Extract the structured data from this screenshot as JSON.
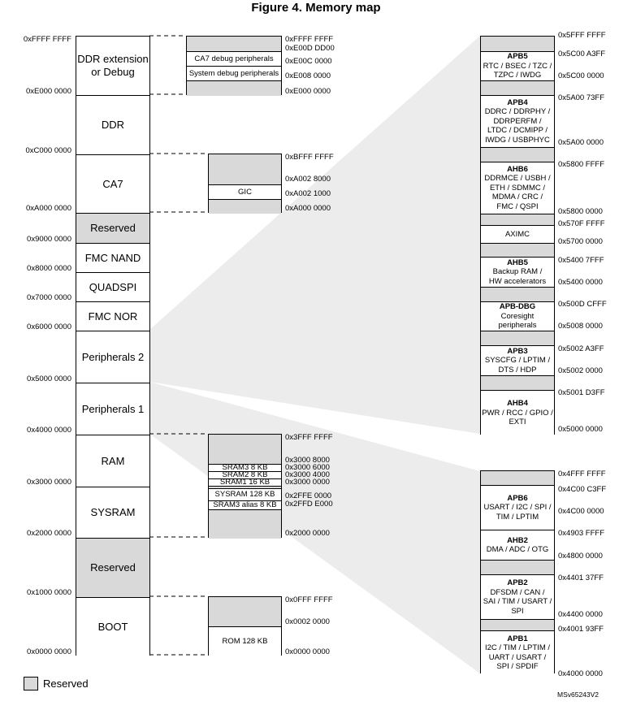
{
  "title": "Figure 4. Memory map",
  "main_blocks": [
    {
      "label": "DDR extension\nor Debug",
      "reserved": false
    },
    {
      "label": "DDR",
      "reserved": false
    },
    {
      "label": "CA7",
      "reserved": false
    },
    {
      "label": "Reserved",
      "reserved": true
    },
    {
      "label": "FMC NAND",
      "reserved": false
    },
    {
      "label": "QUADSPI",
      "reserved": false
    },
    {
      "label": "FMC NOR",
      "reserved": false
    },
    {
      "label": "Peripherals 2",
      "reserved": false
    },
    {
      "label": "Peripherals 1",
      "reserved": false
    },
    {
      "label": "RAM",
      "reserved": false
    },
    {
      "label": "SYSRAM",
      "reserved": false
    },
    {
      "label": "Reserved",
      "reserved": true
    },
    {
      "label": "BOOT",
      "reserved": false
    }
  ],
  "main_addresses": [
    "0xFFFF FFFF",
    "0xE000 0000",
    "0xC000 0000",
    "0xA000 0000",
    "0x9000 0000",
    "0x8000 0000",
    "0x7000 0000",
    "0x6000 0000",
    "0x5000 0000",
    "0x4000 0000",
    "0x3000 0000",
    "0x2000 0000",
    "0x1000 0000",
    "0x0000 0000"
  ],
  "debug_block": {
    "items": [
      "CA7 debug peripherals",
      "System debug peripherals"
    ],
    "addresses": [
      "0xFFFF FFFF",
      "0xE00D DD00",
      "0xE00C 0000",
      "0xE008 0000",
      "0xE000 0000"
    ]
  },
  "ca7_block": {
    "items": [
      "GIC"
    ],
    "addresses": [
      "0xBFFF FFFF",
      "0xA002 8000",
      "0xA002 1000",
      "0xA000 0000"
    ]
  },
  "ram_block": {
    "items": [
      "SRAM3 8 KB",
      "SRAM2 8 KB",
      "SRAM1 16 KB",
      "SYSRAM 128 KB",
      "SRAM3 alias 8 KB"
    ],
    "addresses": [
      "0x3FFF FFFF",
      "0x3000 8000",
      "0x3000 6000",
      "0x3000 4000",
      "0x3000 0000",
      "0x2FFE 0000",
      "0x2FFD E000",
      "0x2000 0000"
    ]
  },
  "boot_block": {
    "items": [
      "ROM 128 KB"
    ],
    "addresses": [
      "0x0FFF FFFF",
      "0x0002 0000",
      "0x0000 0000"
    ]
  },
  "periph2_block": {
    "sections": [
      {
        "title": "APB5",
        "desc": "RTC / BSEC / TZC /\nTZPC / IWDG"
      },
      {
        "title": "APB4",
        "desc": "DDRC / DDRPHY /\nDDRPERFM /\nLTDC / DCMIPP /\nIWDG / USBPHYC"
      },
      {
        "title": "AHB6",
        "desc": "DDRMCE / USBH /\nETH / SDMMC /\nMDMA / CRC /\nFMC / QSPI"
      },
      {
        "title": "",
        "desc": "AXIMC"
      },
      {
        "title": "AHB5",
        "desc": "Backup RAM /\nHW accelerators"
      },
      {
        "title": "APB-DBG",
        "desc": "Coresight\nperipherals"
      },
      {
        "title": "APB3",
        "desc": "SYSCFG / LPTIM /\nDTS / HDP"
      },
      {
        "title": "AHB4",
        "desc": "PWR / RCC / GPIO /\nEXTI"
      }
    ],
    "addresses": [
      "0x5FFF FFFF",
      "0x5C00 A3FF",
      "0x5C00 0000",
      "0x5A00 73FF",
      "0x5A00 0000",
      "0x5800 FFFF",
      "0x5800 0000",
      "0x570F FFFF",
      "0x5700 0000",
      "0x5400 7FFF",
      "0x5400 0000",
      "0x500D CFFF",
      "0x5008 0000",
      "0x5002 A3FF",
      "0x5002 0000",
      "0x5001 D3FF",
      "0x5000 0000"
    ]
  },
  "periph1_block": {
    "sections": [
      {
        "title": "APB6",
        "desc": "USART / I2C / SPI /\nTIM / LPTIM"
      },
      {
        "title": "AHB2",
        "desc": "DMA / ADC / OTG"
      },
      {
        "title": "APB2",
        "desc": "DFSDM / CAN /\nSAI / TIM / USART /\nSPI"
      },
      {
        "title": "APB1",
        "desc": "I2C / TIM / LPTIM /\nUART / USART /\nSPI / SPDIF"
      }
    ],
    "addresses": [
      "0x4FFF FFFF",
      "0x4C00 C3FF",
      "0x4C00 0000",
      "0x4903 FFFF",
      "0x4800 0000",
      "0x4401 37FF",
      "0x4400 0000",
      "0x4001 93FF",
      "0x4000 0000"
    ]
  },
  "legend": {
    "label": "Reserved"
  },
  "code": "MSv65243V2",
  "colors": {
    "reserved": "#d9d9d9",
    "zoom_fill": "#ececec",
    "border": "#000000"
  }
}
